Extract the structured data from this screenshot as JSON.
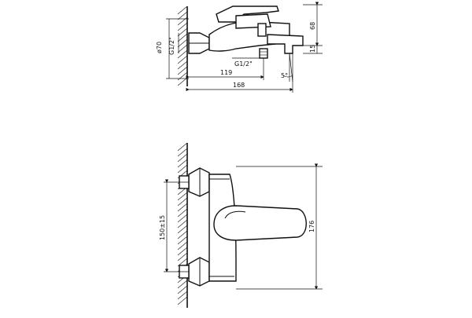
{
  "top_view": {
    "dim_dia": "ø70",
    "dim_thread": "G1/2\"",
    "dim_thread_lower": "G1/2\"",
    "dim_119": "119",
    "dim_168": "168",
    "dim_68": "68",
    "dim_15": "15",
    "dim_angle": "5°"
  },
  "front_view": {
    "dim_spacing": "150±15",
    "dim_176": "176"
  }
}
